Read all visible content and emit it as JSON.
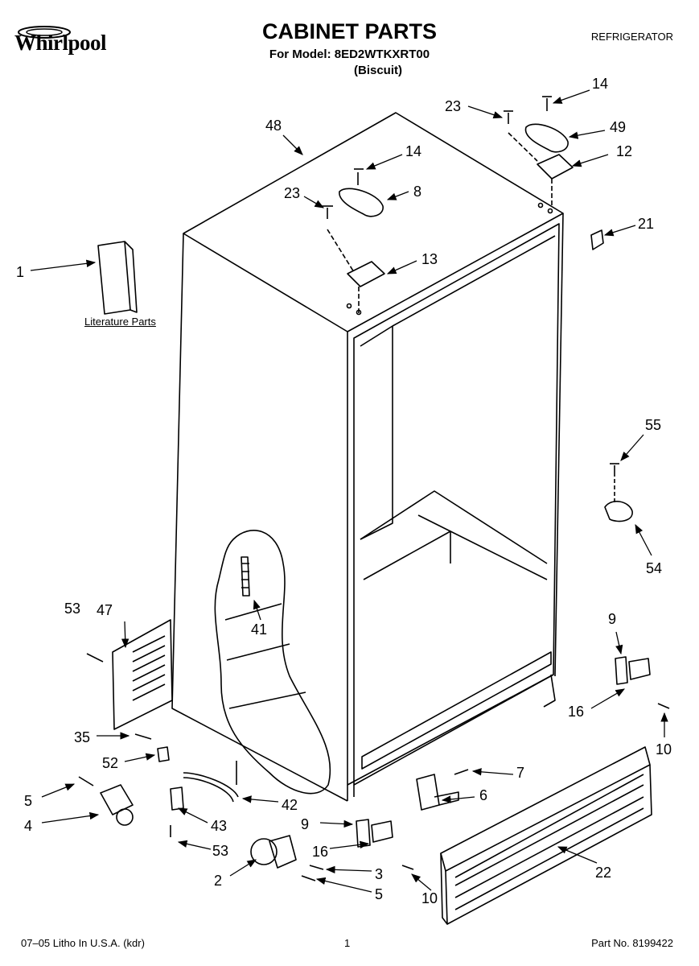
{
  "header": {
    "brand": "Whirlpool",
    "title": "CABINET PARTS",
    "model_line": "For Model: 8ED2WTKXRT00",
    "color": "(Biscuit)",
    "product": "REFRIGERATOR"
  },
  "literature_label": "Literature Parts",
  "callouts": [
    {
      "id": "c14a",
      "text": "14"
    },
    {
      "id": "c23a",
      "text": "23"
    },
    {
      "id": "c49",
      "text": "49"
    },
    {
      "id": "c12",
      "text": "12"
    },
    {
      "id": "c48",
      "text": "48"
    },
    {
      "id": "c14b",
      "text": "14"
    },
    {
      "id": "c23b",
      "text": "23"
    },
    {
      "id": "c8",
      "text": "8"
    },
    {
      "id": "c21",
      "text": "21"
    },
    {
      "id": "c1",
      "text": "1"
    },
    {
      "id": "c13",
      "text": "13"
    },
    {
      "id": "c55",
      "text": "55"
    },
    {
      "id": "c54",
      "text": "54"
    },
    {
      "id": "c53a",
      "text": "53"
    },
    {
      "id": "c47",
      "text": "47"
    },
    {
      "id": "c41",
      "text": "41"
    },
    {
      "id": "c9a",
      "text": "9"
    },
    {
      "id": "c16a",
      "text": "16"
    },
    {
      "id": "c10a",
      "text": "10"
    },
    {
      "id": "c35",
      "text": "35"
    },
    {
      "id": "c52",
      "text": "52"
    },
    {
      "id": "c7",
      "text": "7"
    },
    {
      "id": "c5a",
      "text": "5"
    },
    {
      "id": "c6",
      "text": "6"
    },
    {
      "id": "c42",
      "text": "42"
    },
    {
      "id": "c4",
      "text": "4"
    },
    {
      "id": "c43",
      "text": "43"
    },
    {
      "id": "c9b",
      "text": "9"
    },
    {
      "id": "c53b",
      "text": "53"
    },
    {
      "id": "c16b",
      "text": "16"
    },
    {
      "id": "c22",
      "text": "22"
    },
    {
      "id": "c2",
      "text": "2"
    },
    {
      "id": "c3",
      "text": "3"
    },
    {
      "id": "c5b",
      "text": "5"
    },
    {
      "id": "c10b",
      "text": "10"
    }
  ],
  "footer": {
    "left": "07–05 Litho In U.S.A. (kdr)",
    "page": "1",
    "part_no": "Part No. 8199422"
  }
}
